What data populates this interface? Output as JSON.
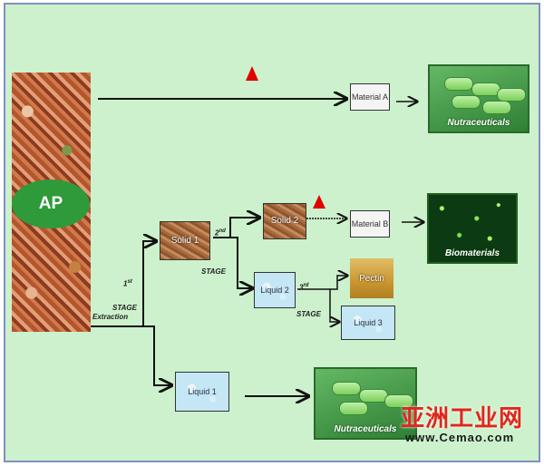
{
  "ap_label": "AP",
  "material_a": "Material A",
  "material_b": "Material B",
  "solid1": "Solid 1",
  "solid2": "Solid 2",
  "liquid1": "Liquid 1",
  "liquid2": "Liquid 2",
  "liquid3": "Liquid 3",
  "pectin": "Pectin",
  "product_top": "Nutraceuticals",
  "product_mid": "Biomaterials",
  "product_bottom": "Nutraceuticals",
  "stage1_num": "1",
  "stage1_sup": "st",
  "stage1_word": "STAGE",
  "stage1_extraction": "Extraction",
  "stage2_num": "2",
  "stage2_sup": "nd",
  "stage2_word": "STAGE",
  "stage3_num": "3",
  "stage3_sup": "rd",
  "stage3_word": "STAGE",
  "watermark_cn": "亚洲工业网",
  "watermark_url": "www.Cemao.com",
  "colors": {
    "background": "#ccf1cc",
    "ap_oval": "#2f9a3a",
    "marker": "#e00000",
    "watermark": "#e1261c"
  }
}
